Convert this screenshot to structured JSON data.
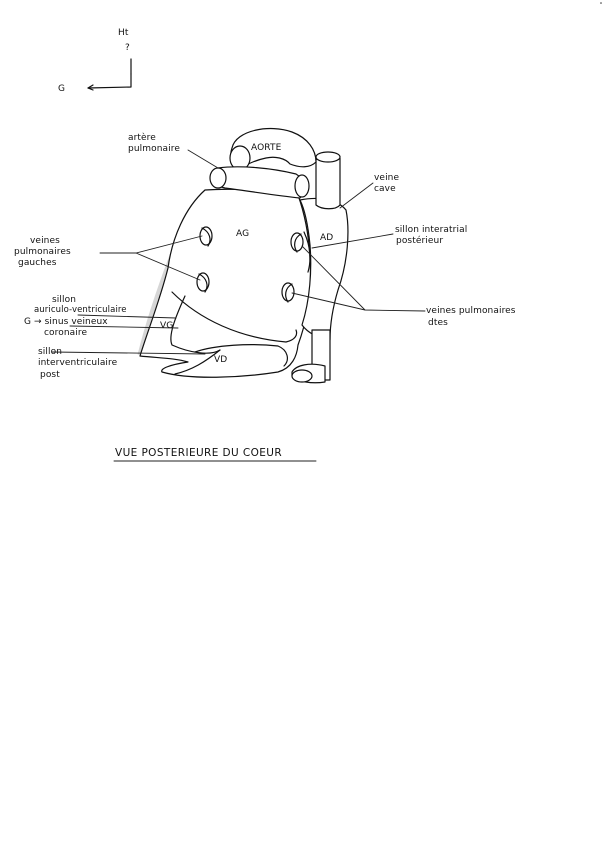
{
  "orientation": {
    "up_label": "Ht",
    "left_label": "G"
  },
  "labels": {
    "arteria_pulmonaire_1": "artère",
    "arteria_pulmonaire_2": "pulmonaire",
    "aorte": "AORTE",
    "veine_cave_1": "veine",
    "veine_cave_2": "cave",
    "ag": "AG",
    "ad": "AD",
    "vg": "VG",
    "vd": "VD",
    "sillon_interatrial_1": "sillon interatrial",
    "sillon_interatrial_2": "postérieur",
    "veines_gauches_1": "veines",
    "veines_gauches_2": "pulmonaires",
    "veines_gauches_3": "gauches",
    "sillon_av_1": "sillon",
    "sillon_av_2": "auriculo-ventriculaire",
    "sinus_1": "G → sinus veineux",
    "sinus_2": "coronaire",
    "sillon_iv_1": "sillon",
    "sillon_iv_2": "interventriculaire",
    "sillon_iv_3": "post",
    "veines_droites_1": "veines pulmonaires",
    "veines_droites_2": "dtes"
  },
  "caption": "VUE POSTERIEURE DU COEUR",
  "colors": {
    "ink": "#111111",
    "background": "#ffffff"
  }
}
